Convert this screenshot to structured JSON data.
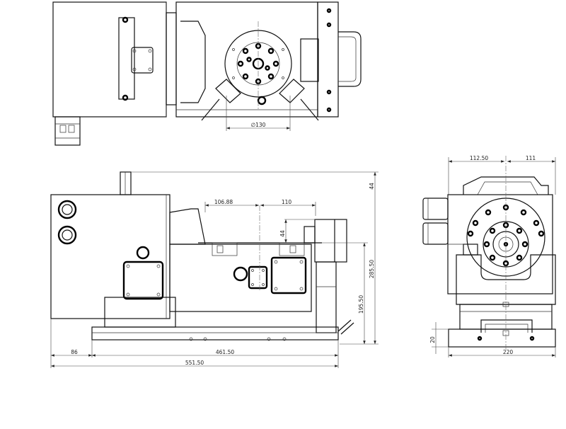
{
  "drawing": {
    "views": [
      "top-view",
      "front-view",
      "side-view"
    ],
    "dimensions": {
      "table_diameter": "∅130",
      "left_offset": "106.88",
      "right_offset": "110",
      "table_height": "44",
      "overall_height": "285.50",
      "axis_height": "195.50",
      "motor_length": "86",
      "base_length": "461.50",
      "overall_length": "551.50",
      "side_left": "112.50",
      "side_right": "111",
      "side_width": "220",
      "base_thickness": "20"
    },
    "colors": {
      "line": "#111111",
      "dimension": "#444444"
    }
  }
}
